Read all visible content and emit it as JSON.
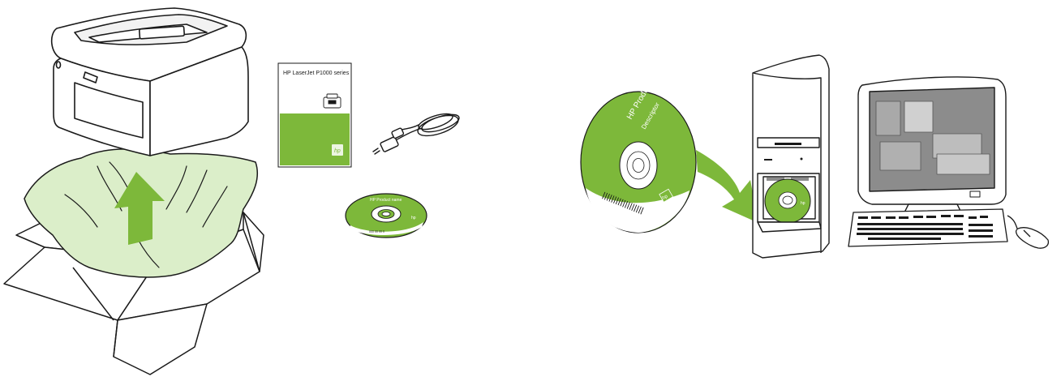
{
  "guide": {
    "doc_title": "HP LaserJet P1000 series",
    "doc_logo_text": "hp",
    "small_cd": {
      "label": "HP Product name",
      "logo": "hp"
    },
    "large_cd": {
      "label": "HP Product name",
      "sublabel": "Descriptor",
      "logo": "hp"
    },
    "drive_cd_logo": "hp"
  },
  "colors": {
    "green_accent": "#7db83a",
    "green_dark": "#5e9c2a",
    "tissue_fill": "#dbeec9",
    "outline": "#1a1a1a",
    "screen_gray": "#8c8c8c"
  },
  "icons": {
    "printer": "printer-icon",
    "box": "shipping-box-icon",
    "tissue": "packing-tissue-icon",
    "arrow_up": "arrow-up-icon",
    "guide": "getting-started-guide-icon",
    "cord": "power-cord-icon",
    "cd": "cd-rom-icon",
    "computer": "desktop-computer-icon",
    "arrow_insert": "curved-arrow-icon"
  }
}
